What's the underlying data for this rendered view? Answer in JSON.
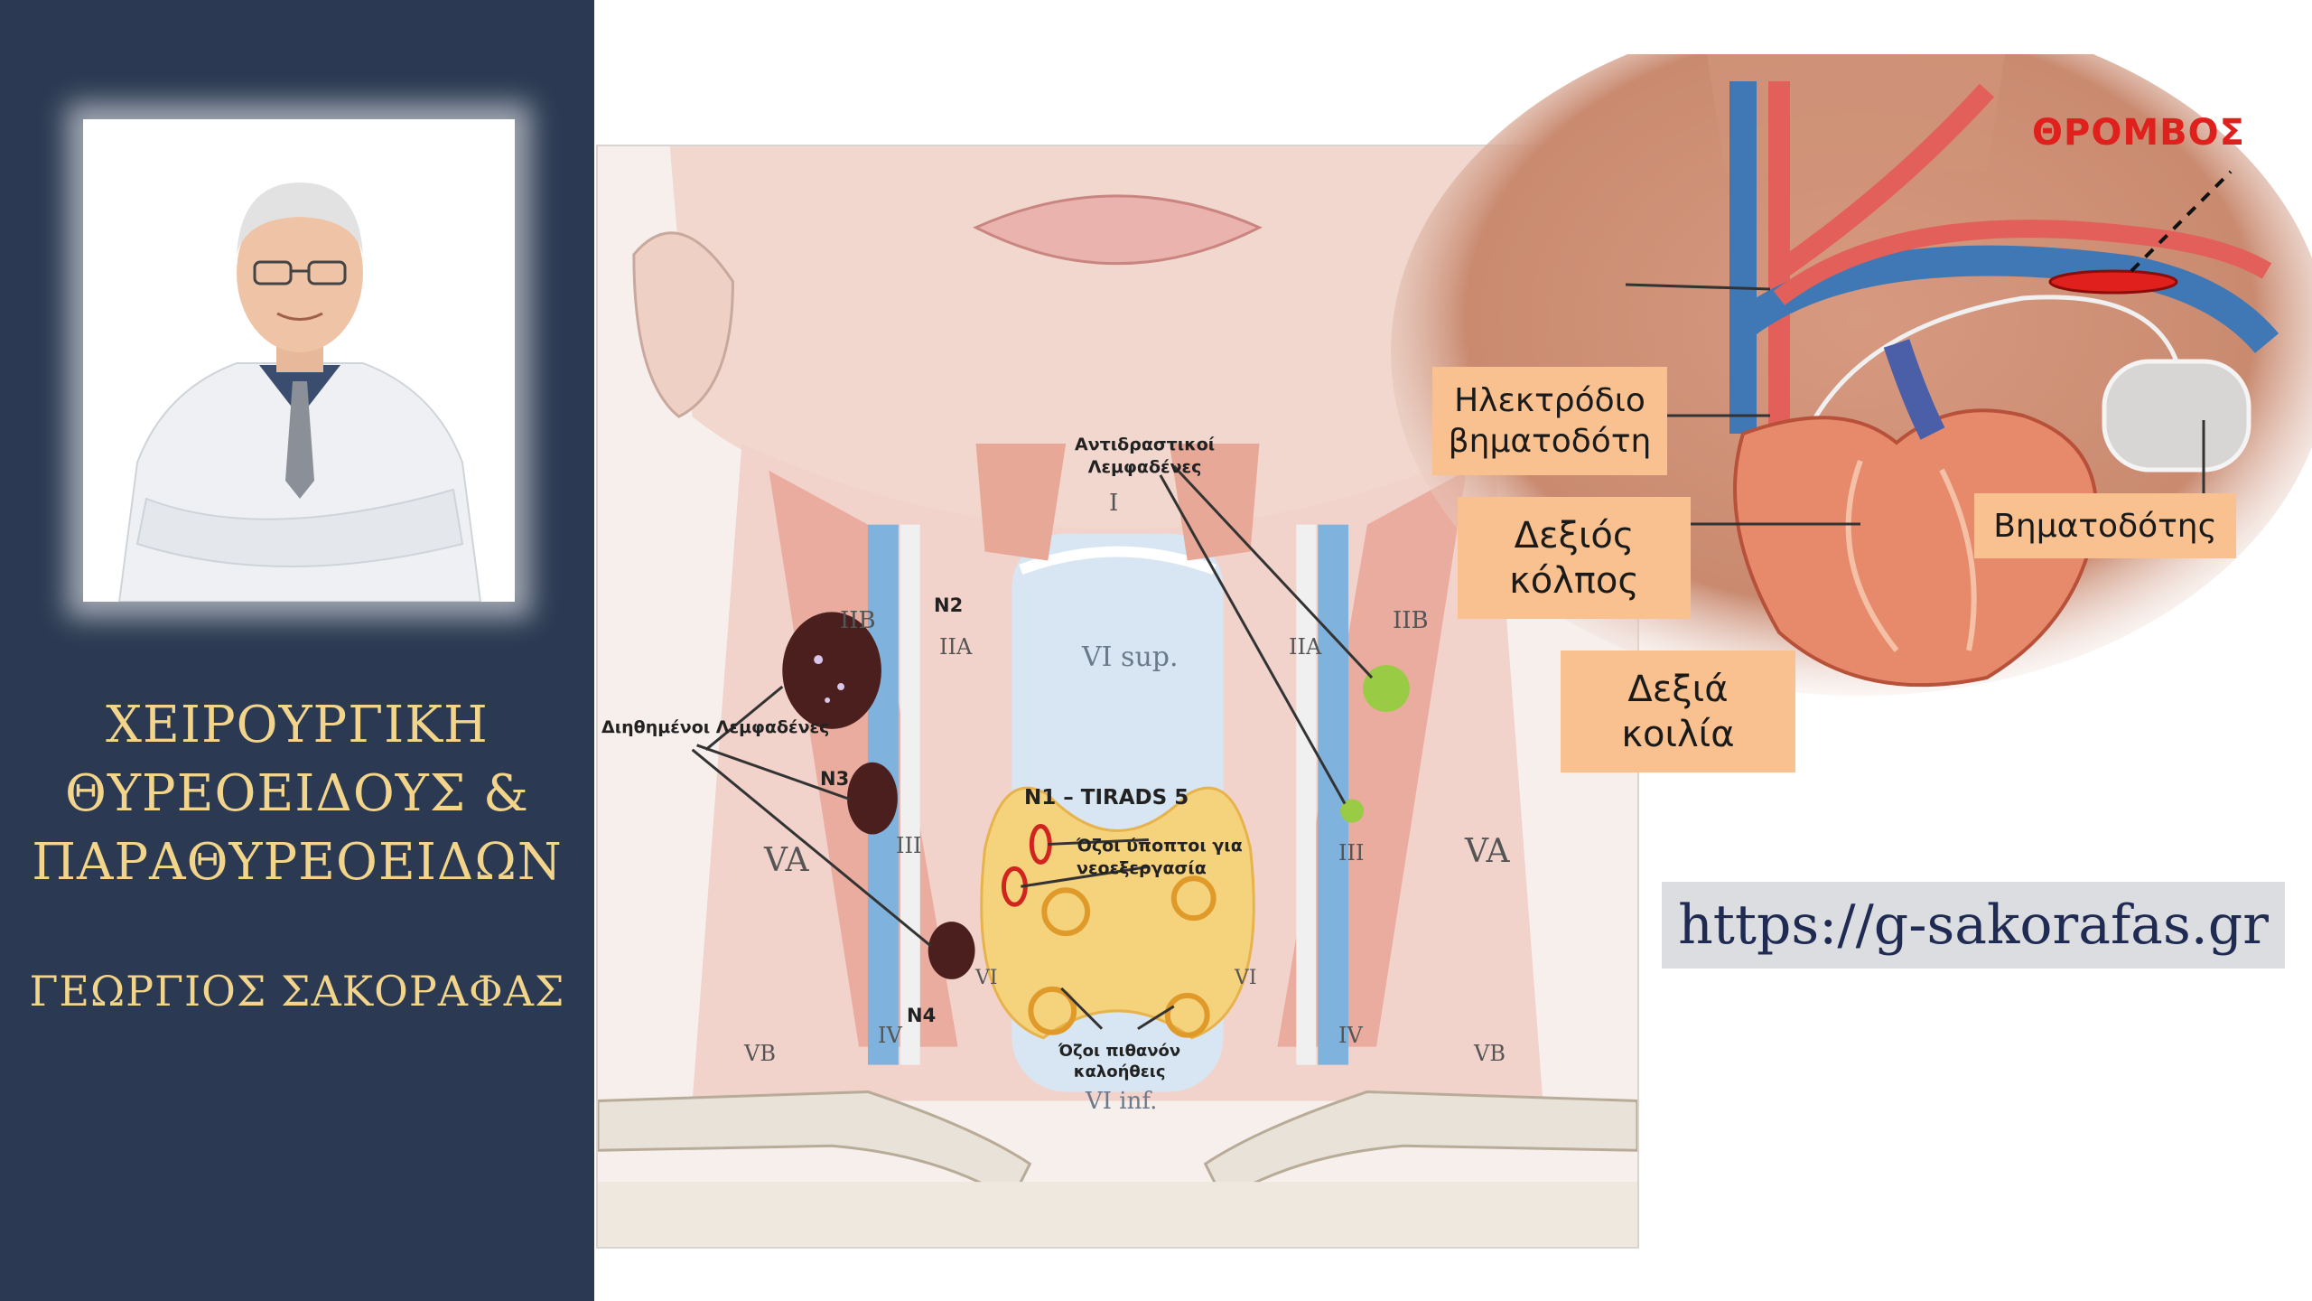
{
  "slide": {
    "title_lines": [
      "ΧΕΙΡΟΥΡΓΙΚΗ",
      "ΘΥΡΕΟΕΙΔΟΥΣ &",
      "ΠΑΡΑΘΥΡΕΟΕΙΔΩΝ"
    ],
    "author": "ΓΕΩΡΓΙΟΣ ΣΑΚΟΡΑΦΑΣ",
    "url": "https://g-sakorafas.gr"
  },
  "neck_figure": {
    "labels": {
      "reactive_nodes": [
        "Αντιδραστικοί",
        "Λεμφαδένες"
      ],
      "infiltrated_nodes": "Διηθημένοι Λεμφαδένες",
      "n1_tirads": "N1 – TIRADS 5",
      "suspicious_nodules": [
        "Όζοι ύποπτοι για",
        "νεοεξεργασία"
      ],
      "benign_nodules": [
        "Όζοι πιθανόν",
        "καλοήθεις"
      ],
      "n2": "N2",
      "n3": "N3",
      "n4": "N4"
    },
    "zones": {
      "I": "I",
      "IIb_left": "IIB",
      "IIa_left": "IIA",
      "IIa_right": "IIA",
      "IIb_right": "IIB",
      "III_left": "III",
      "III_right": "III",
      "IV_left": "IV",
      "IV_right": "IV",
      "Va_left": "VA",
      "Va_right": "VA",
      "Vb_left": "VB",
      "Vb_right": "VB",
      "VI_left": "VI",
      "VI_right": "VI",
      "VI_sup": "VI sup.",
      "VI_inf": "VI inf."
    }
  },
  "heart_figure": {
    "thrombus": "ΘΡΟΜΒΟΣ",
    "callouts": {
      "pacemaker_lead": [
        "Ηλεκτρόδιο",
        "βηματοδότη"
      ],
      "right_atrium": [
        "Δεξιός",
        "κόλπος"
      ],
      "right_ventricle": [
        "Δεξιά",
        "κοιλία"
      ],
      "pacemaker": "Βηματοδότης"
    },
    "colors": {
      "callout_bg": "#f9c18f",
      "thrombus": "#e0201c",
      "artery": "#e35f5a",
      "vein": "#3f78b5"
    }
  }
}
